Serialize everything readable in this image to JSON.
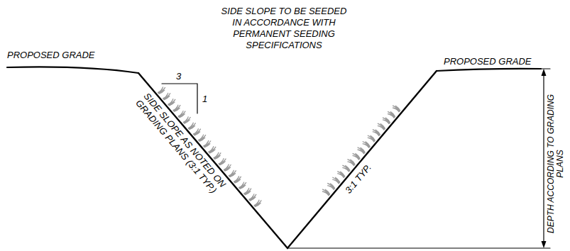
{
  "diagram": {
    "labels": [
      "SIDE SLOPE TO BE SEEDED IN ACCORDANCE WITH PERMANENT SEEDING SPECIFICATIONS",
      "PROPOSED GRADE",
      "PROPOSED GRADE",
      "3",
      "1",
      "SIDE SLOPE AS NOTED ON GRADING PLANS (3:1 TYP.)",
      "3:1 TYP.",
      "DEPTH ACCORDING TO GRADING PLANS"
    ]
  }
}
